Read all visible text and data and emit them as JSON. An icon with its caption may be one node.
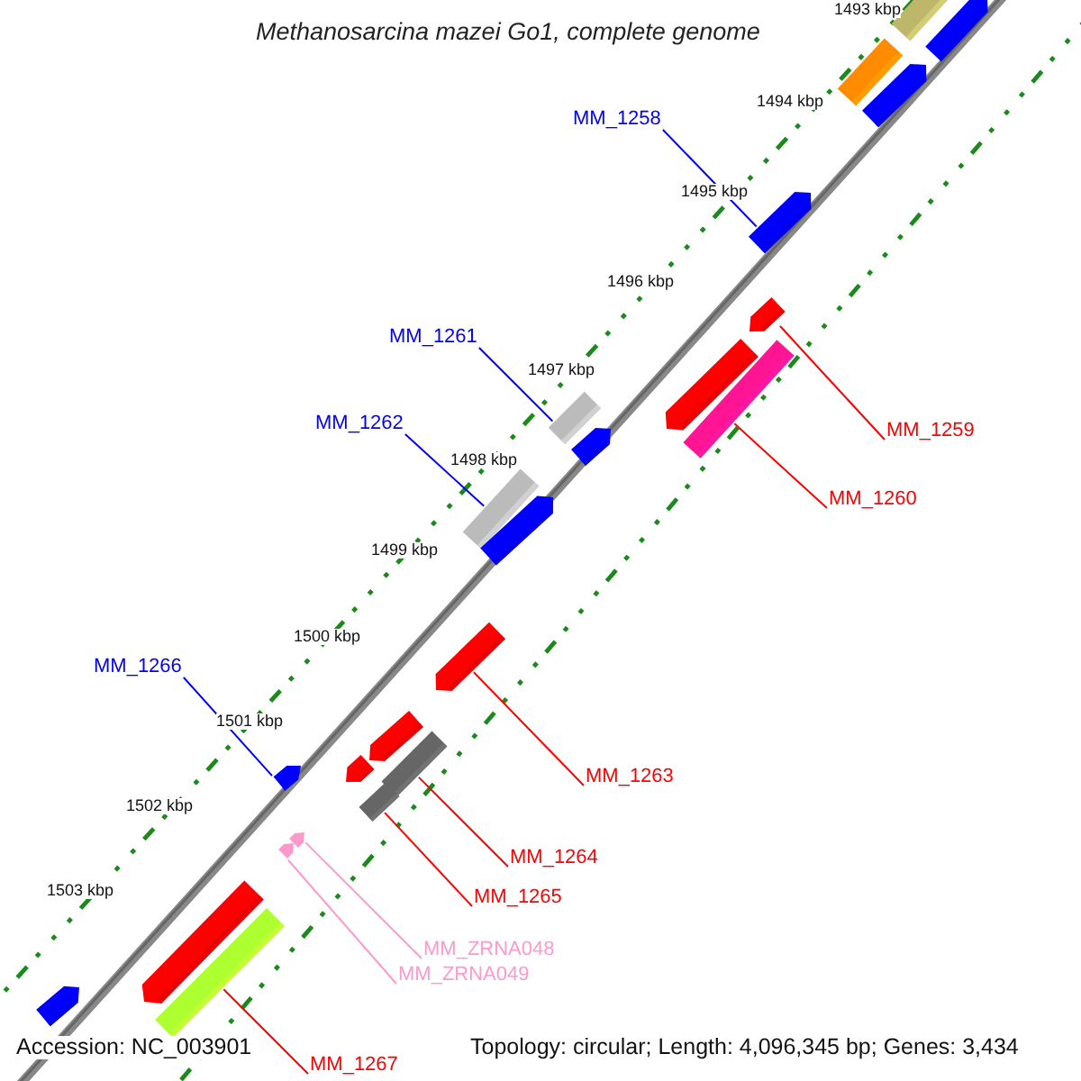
{
  "diagram": {
    "title": "Methanosarcina mazei Go1, complete genome",
    "nodes": [
      {
        "text": [
          "MM_1258"
        ]
      },
      {
        "text": [
          "MM_1261"
        ]
      },
      {
        "text": [
          "MM_1262"
        ]
      },
      {
        "text": [
          "MM_1266"
        ]
      },
      {
        "text": [
          "MM_1259"
        ]
      },
      {
        "text": [
          "MM_1260"
        ]
      },
      {
        "text": [
          "MM_1263"
        ]
      },
      {
        "text": [
          "MM_1264"
        ]
      },
      {
        "text": [
          "MM_1265"
        ]
      },
      {
        "text": [
          "MM_ZRNA048"
        ]
      },
      {
        "text": [
          "MM_ZRNA049"
        ]
      },
      {
        "text": [
          "MM_1267"
        ]
      },
      {
        "text": [],
        "shape": "bar"
      },
      {
        "text": [],
        "shape": "bar"
      },
      {
        "text": [],
        "shape": "bar"
      },
      {
        "text": [],
        "shape": "bar"
      },
      {
        "text": [],
        "shape": "bar"
      },
      {
        "text": [],
        "shape": "bar"
      },
      {
        "text": [],
        "shape": "bar"
      },
      {
        "text": [],
        "shape": "bar"
      },
      {
        "text": [],
        "shape": "bar"
      },
      {
        "text": [],
        "shape": "bar"
      },
      {
        "text": [],
        "shape": "bar"
      },
      {
        "text": [],
        "shape": "bar"
      },
      {
        "text": [],
        "shape": "bar"
      },
      {
        "text": [],
        "shape": "bar"
      },
      {
        "text": [],
        "shape": "bar"
      },
      {
        "text": [],
        "shape": "bar"
      },
      {
        "text": [],
        "shape": "bar"
      },
      {
        "text": [],
        "shape": "bar"
      },
      {
        "text": [],
        "shape": "bar"
      },
      {
        "text": [],
        "shape": "bar"
      },
      {
        "text": [],
        "shape": "bar"
      },
      {
        "text": [],
        "shape": "bar"
      },
      {
        "text": [],
        "shape": "bar"
      }
    ],
    "edges": [
      {
        "from": 0,
        "to": 16,
        "arrow": "none",
        "color": "#0000ff"
      },
      {
        "from": 1,
        "to": 20,
        "arrow": "none",
        "color": "#0000ff"
      },
      {
        "from": 2,
        "to": 22,
        "arrow": "none",
        "color": "#0000ff"
      },
      {
        "from": 3,
        "to": 27,
        "arrow": "none",
        "color": "#0000ff"
      },
      {
        "from": 4,
        "to": 17,
        "arrow": "none"
      },
      {
        "from": 5,
        "to": 18,
        "arrow": "none"
      },
      {
        "from": 6,
        "to": 24,
        "arrow": "none"
      },
      {
        "from": 7,
        "to": 26,
        "arrow": "none"
      },
      {
        "from": 8,
        "to": 29,
        "arrow": "none"
      },
      {
        "from": 9,
        "to": 30,
        "arrow": "none",
        "color": "#ff99cc"
      },
      {
        "from": 10,
        "to": 31,
        "arrow": "none",
        "color": "#ff99cc"
      },
      {
        "from": 11,
        "to": 33,
        "arrow": "none"
      }
    ],
    "labels": [
      "1493 kbp",
      "1494 kbp",
      "1495 kbp",
      "1496 kbp",
      "1497 kbp",
      "1498 kbp",
      "1499 kbp",
      "1500 kbp",
      "1501 kbp",
      "1502 kbp",
      "1503 kbp",
      "Accession: NC_003901",
      "Topology: circular; Length: 4,096,345 bp; Genes: 3,434"
    ]
  }
}
